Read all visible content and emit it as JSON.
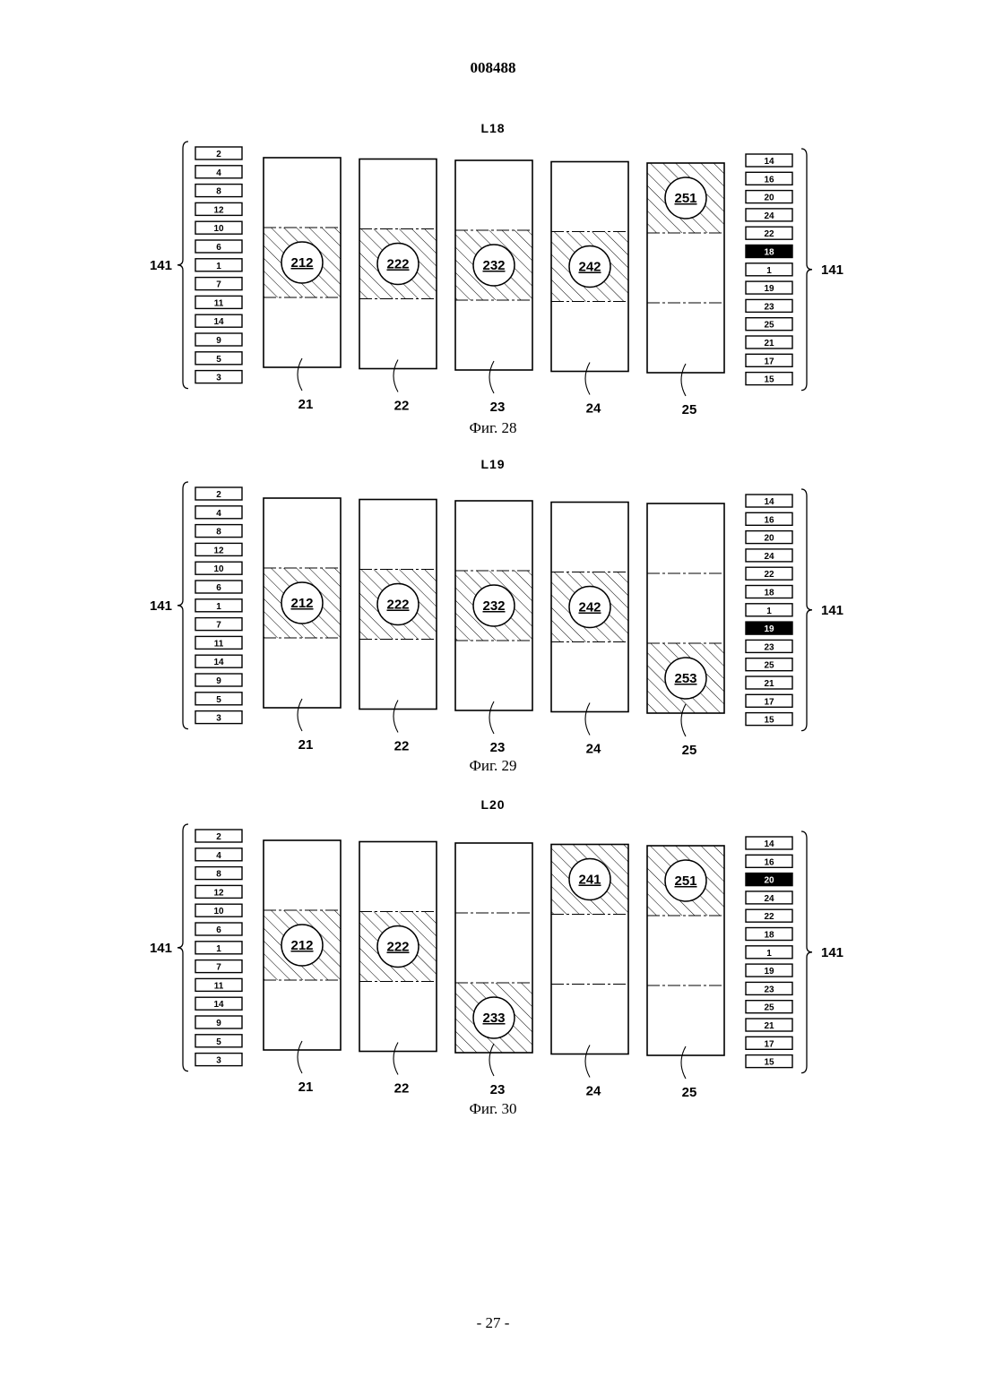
{
  "page": {
    "doc_number": "008488",
    "page_number": "- 27 -"
  },
  "figures": [
    {
      "title": "L18",
      "caption": "Фиг. 28",
      "left_ref": "141",
      "right_ref": "141",
      "left_symbols": [
        "2",
        "4",
        "8",
        "12",
        "10",
        "6",
        "1",
        "7",
        "11",
        "14",
        "9",
        "5",
        "3"
      ],
      "right_symbols": [
        "14",
        "16",
        "20",
        "24",
        "22",
        "18",
        "1",
        "19",
        "23",
        "25",
        "21",
        "17",
        "15"
      ],
      "right_highlight": 5,
      "reels": [
        {
          "label": "21",
          "hatched": "middle",
          "symbol": "212"
        },
        {
          "label": "22",
          "hatched": "middle",
          "symbol": "222"
        },
        {
          "label": "23",
          "hatched": "middle",
          "symbol": "232"
        },
        {
          "label": "24",
          "hatched": "middle",
          "symbol": "242"
        },
        {
          "label": "25",
          "hatched": "top",
          "symbol": "251"
        }
      ]
    },
    {
      "title": "L19",
      "caption": "Фиг. 29",
      "left_ref": "141",
      "right_ref": "141",
      "left_symbols": [
        "2",
        "4",
        "8",
        "12",
        "10",
        "6",
        "1",
        "7",
        "11",
        "14",
        "9",
        "5",
        "3"
      ],
      "right_symbols": [
        "14",
        "16",
        "20",
        "24",
        "22",
        "18",
        "1",
        "19",
        "23",
        "25",
        "21",
        "17",
        "15"
      ],
      "right_highlight": 7,
      "reels": [
        {
          "label": "21",
          "hatched": "middle",
          "symbol": "212"
        },
        {
          "label": "22",
          "hatched": "middle",
          "symbol": "222"
        },
        {
          "label": "23",
          "hatched": "middle",
          "symbol": "232"
        },
        {
          "label": "24",
          "hatched": "middle",
          "symbol": "242"
        },
        {
          "label": "25",
          "hatched": "bottom",
          "symbol": "253"
        }
      ]
    },
    {
      "title": "L20",
      "caption": "Фиг. 30",
      "left_ref": "141",
      "right_ref": "141",
      "left_symbols": [
        "2",
        "4",
        "8",
        "12",
        "10",
        "6",
        "1",
        "7",
        "11",
        "14",
        "9",
        "5",
        "3"
      ],
      "right_symbols": [
        "14",
        "16",
        "20",
        "24",
        "22",
        "18",
        "1",
        "19",
        "23",
        "25",
        "21",
        "17",
        "15"
      ],
      "right_highlight": 2,
      "reels": [
        {
          "label": "21",
          "hatched": "middle",
          "symbol": "212"
        },
        {
          "label": "22",
          "hatched": "middle",
          "symbol": "222"
        },
        {
          "label": "23",
          "hatched": "bottom",
          "symbol": "233"
        },
        {
          "label": "24",
          "hatched": "top",
          "symbol": "241"
        },
        {
          "label": "25",
          "hatched": "top",
          "symbol": "251"
        }
      ]
    }
  ]
}
